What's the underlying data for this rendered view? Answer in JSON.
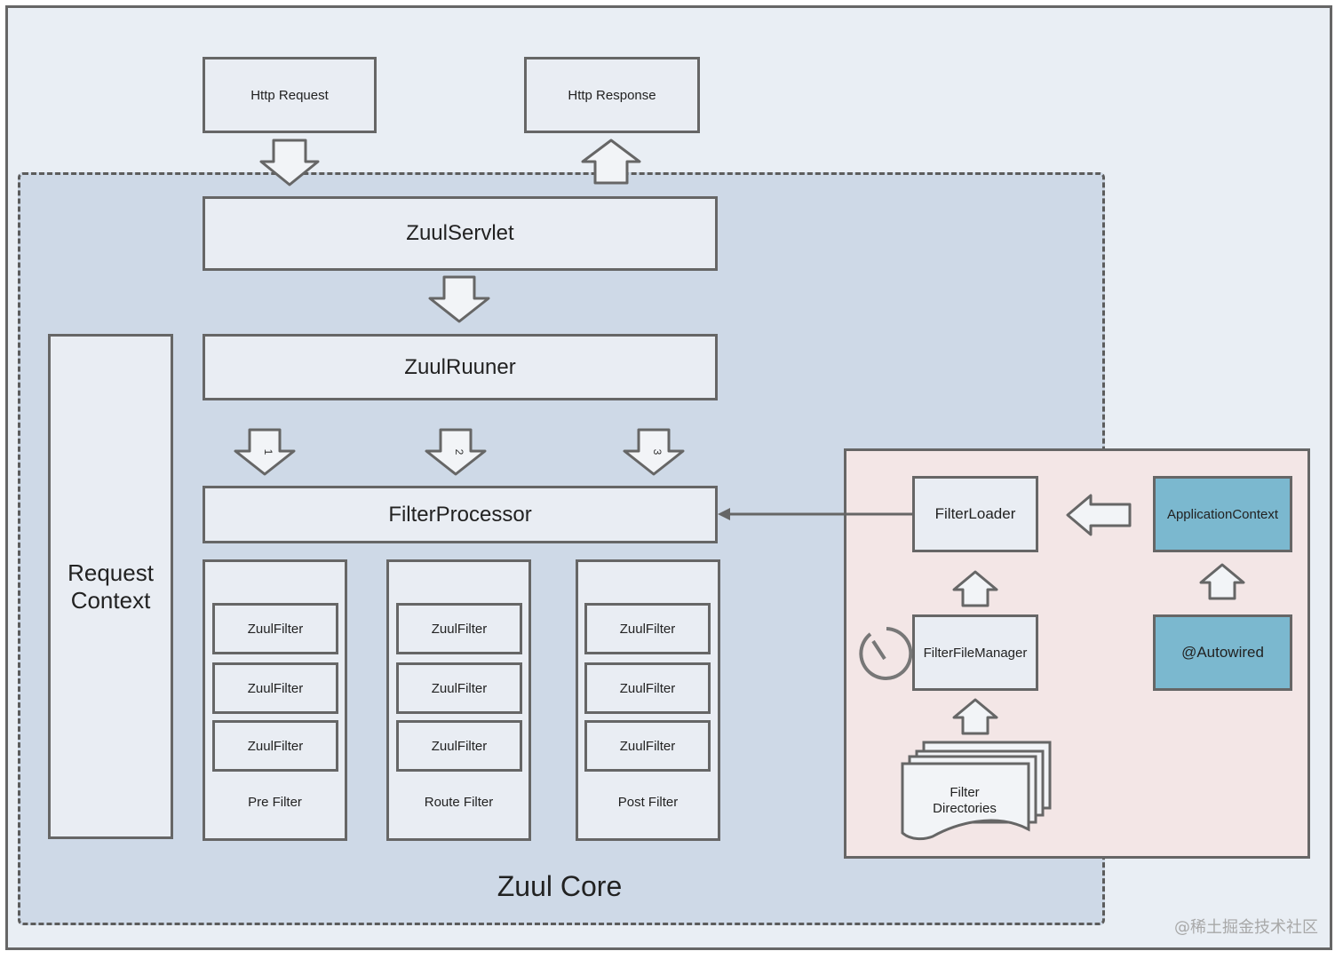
{
  "nodes": {
    "http_request": "Http Request",
    "http_response": "Http Response",
    "zuul_servlet": "ZuulServlet",
    "zuul_runner": "ZuulRuuner",
    "filter_processor": "FilterProcessor",
    "request_context": "Request\nContext",
    "zuul_core": "Zuul Core",
    "filter_loader": "FilterLoader",
    "application_context": "ApplicationContext",
    "filter_file_manager": "FilterFileManager",
    "autowired": "@Autowired",
    "filter_directories": "Filter\nDirectories"
  },
  "arrow_numbers": [
    "1",
    "2",
    "3"
  ],
  "filter_groups": [
    {
      "label": "Pre Filter",
      "filters": [
        "ZuulFilter",
        "ZuulFilter",
        "ZuulFilter"
      ]
    },
    {
      "label": "Route Filter",
      "filters": [
        "ZuulFilter",
        "ZuulFilter",
        "ZuulFilter"
      ]
    },
    {
      "label": "Post Filter",
      "filters": [
        "ZuulFilter",
        "ZuulFilter",
        "ZuulFilter"
      ]
    }
  ],
  "watermark": "@稀土掘金技术社区",
  "colors": {
    "frame_bg": "#e9eef4",
    "core_bg": "#ced9e7",
    "loader_panel_bg": "#f3e6e6",
    "highlight": "#7bb8cf"
  }
}
